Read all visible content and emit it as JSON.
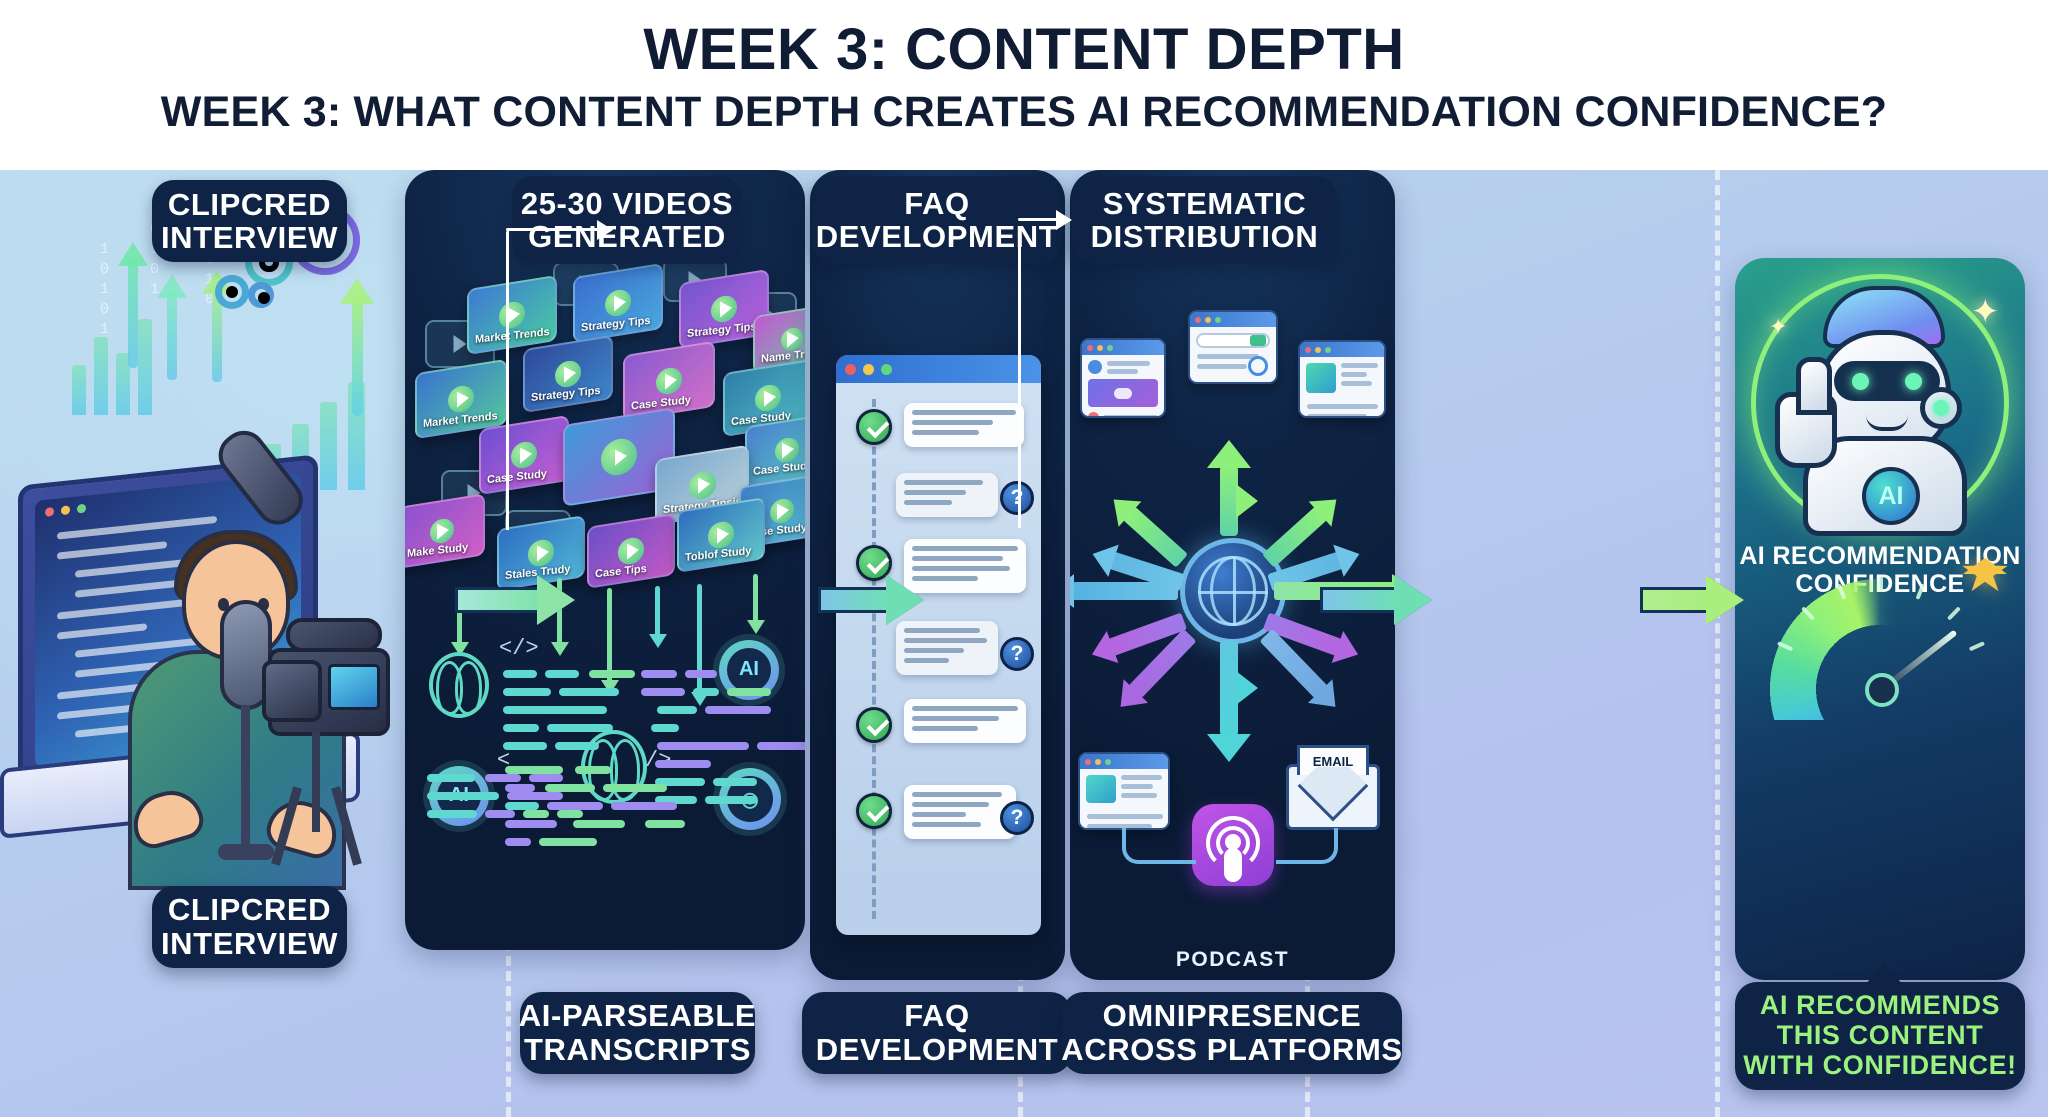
{
  "header": {
    "title": "WEEK 3: CONTENT DEPTH",
    "subtitle": "WEEK 3: WHAT CONTENT DEPTH CREATES AI RECOMMENDATION CONFIDENCE?"
  },
  "colors": {
    "pill_bg": "#0e2346",
    "panel_dark": "#0b1b36",
    "accent_green": "#8ef07a",
    "accent_teal": "#5fd9c4",
    "accent_purple": "#9f6ff0",
    "accent_blue": "#4fa3e8",
    "background": "#b6cdee",
    "text_light": "#ffffff",
    "confidence_text": "#9bf27e"
  },
  "stages": [
    {
      "id": "clipcred-interview",
      "top_label_line1": "CLIPCRED",
      "top_label_line2": "INTERVIEW",
      "bottom_label_line1": "CLIPCRED",
      "bottom_label_line2": "INTERVIEW"
    },
    {
      "id": "videos-generated",
      "top_label_line1": "25-30 VIDEOS",
      "top_label_line2": "GENERATED",
      "bottom_label_line1": "AI-PARSEABLE",
      "bottom_label_line2": "TRANSCRIPTS"
    },
    {
      "id": "faq-development",
      "top_label_line1": "FAQ",
      "top_label_line2": "DEVELOPMENT",
      "bottom_label_line1": "FAQ",
      "bottom_label_line2": "DEVELOPMENT"
    },
    {
      "id": "systematic-distribution",
      "top_label_line1": "SYSTEMATIC",
      "top_label_line2": "DISTRIBUTION",
      "bottom_label_line1": "OMNIPRESENCE",
      "bottom_label_line2": "ACROSS PLATFORMS"
    },
    {
      "id": "ai-recommendation-confidence",
      "caption_line1": "AI RECOMMENDATION",
      "caption_line2": "CONFIDENCE",
      "bottom_label_line1": "AI RECOMMENDS",
      "bottom_label_line2": "THIS CONTENT",
      "bottom_label_line3": "WITH CONFIDENCE!"
    }
  ],
  "video_thumbnails": [
    "Market Trends",
    "Strategy Tips",
    "Strategy Tips",
    "Name Treds",
    "Market Trends",
    "Strategy Tips",
    "Case Study",
    "Case Study",
    "Case Study",
    "Case Study",
    "Strategy Tipsis",
    "Case Study",
    "Make Study",
    "Stales Trudy",
    "Case Tips",
    "Toblof Study"
  ],
  "distribution": {
    "podcast_label": "PODCAST",
    "email_label": "EMAIL"
  },
  "icons": {
    "gear": "gear-icon",
    "brain": "brain-icon",
    "ai_badge": "ai-badge-icon",
    "globe": "globe-icon",
    "check": "check-circle-icon",
    "question": "question-circle-icon",
    "star": "star-icon",
    "gauge": "gauge-icon",
    "robot": "robot-icon",
    "microphone": "microphone-icon",
    "camera": "camera-icon",
    "envelope": "envelope-icon",
    "podcast": "podcast-icon",
    "play": "play-icon",
    "search": "search-icon"
  }
}
